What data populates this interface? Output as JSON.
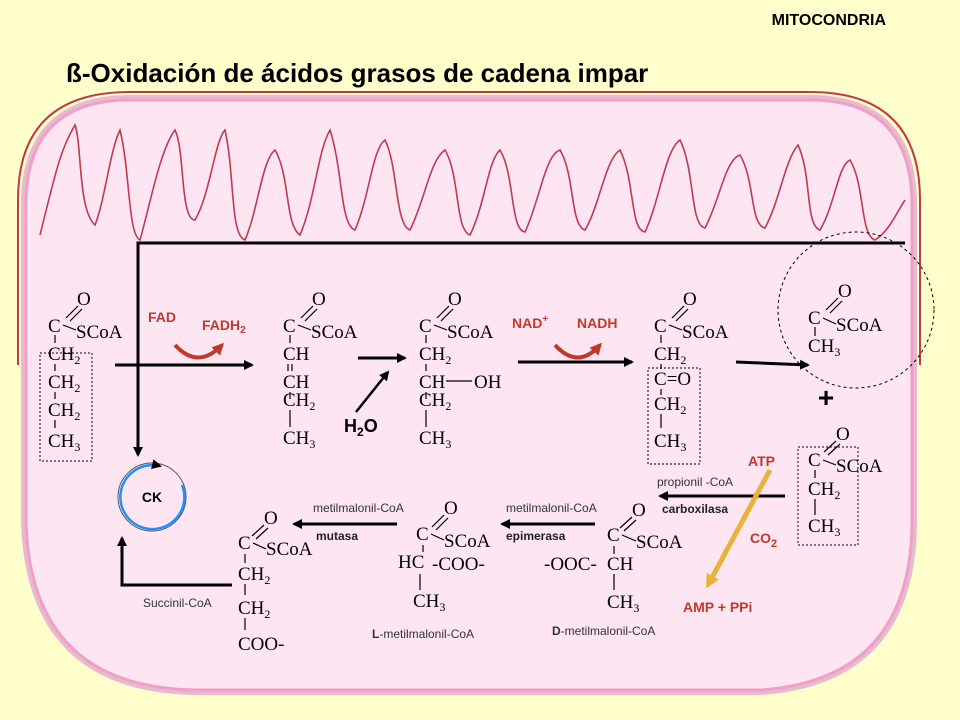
{
  "header": {
    "location": "MITOCONDRIA",
    "title": "ß-Oxidación de ácidos grasos de cadena impar"
  },
  "structure": {
    "c": "C",
    "o": "O",
    "scoa": "SCoA",
    "ch": "CH",
    "ch2": "CH",
    "ch3": "CH",
    "sub2": "2",
    "sub3": "3",
    "oh": "OH",
    "ceo": "C=O",
    "coo": "COO-",
    "hc": "HC",
    "ooc": "-OOC-",
    "dash_coo": "-COO-"
  },
  "labels": {
    "fad": "FAD",
    "fadh2": "FADH",
    "fadh2_sub": "2",
    "nad": "NAD",
    "nad_sup": "+",
    "nadh": "NADH",
    "h2o_h": "H",
    "h2o_sub": "2",
    "h2o_o": "O",
    "ck": "CK",
    "plus": "+",
    "atp": "ATP",
    "co2": "CO",
    "co2_sub": "2",
    "amp": "AMP + PPi",
    "propionil": "propionil -CoA",
    "carboxilasa": "carboxilasa",
    "epimerasa_name": "metilmalonil-CoA",
    "epimerasa": "epimerasa",
    "mutasa_name": "metilmalonil-CoA",
    "mutasa": "mutasa",
    "succinil": "Succinil-CoA",
    "l_prefix": "L",
    "l_name": "-metilmalonil-CoA",
    "d_prefix": "D",
    "d_name": "-metilmalonil-CoA"
  },
  "colors": {
    "background": "#ffffcc",
    "mito_fill": "#fde6f1",
    "mito_border": "#f0a0c8",
    "crista": "#c0394e",
    "cofactor_arrow": "#c0392b",
    "atp_arrow": "#e8b23b",
    "cofactor_text": "#c0392b"
  }
}
